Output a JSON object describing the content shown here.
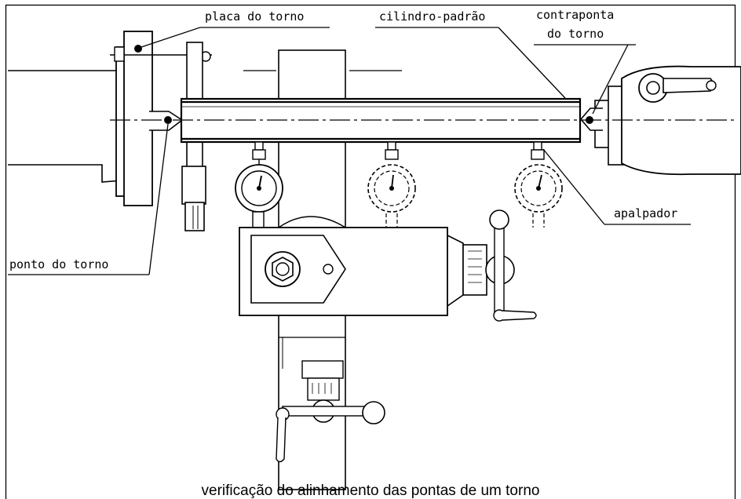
{
  "labels": {
    "chuck": "placa do torno",
    "cylinder": "cilindro-padrão",
    "tailstock_line1": "contraponta",
    "tailstock_line2": "do torno",
    "probe": "apalpador",
    "center": "ponto do torno"
  },
  "caption": "verificação do alinhamento das pontas de um torno"
}
